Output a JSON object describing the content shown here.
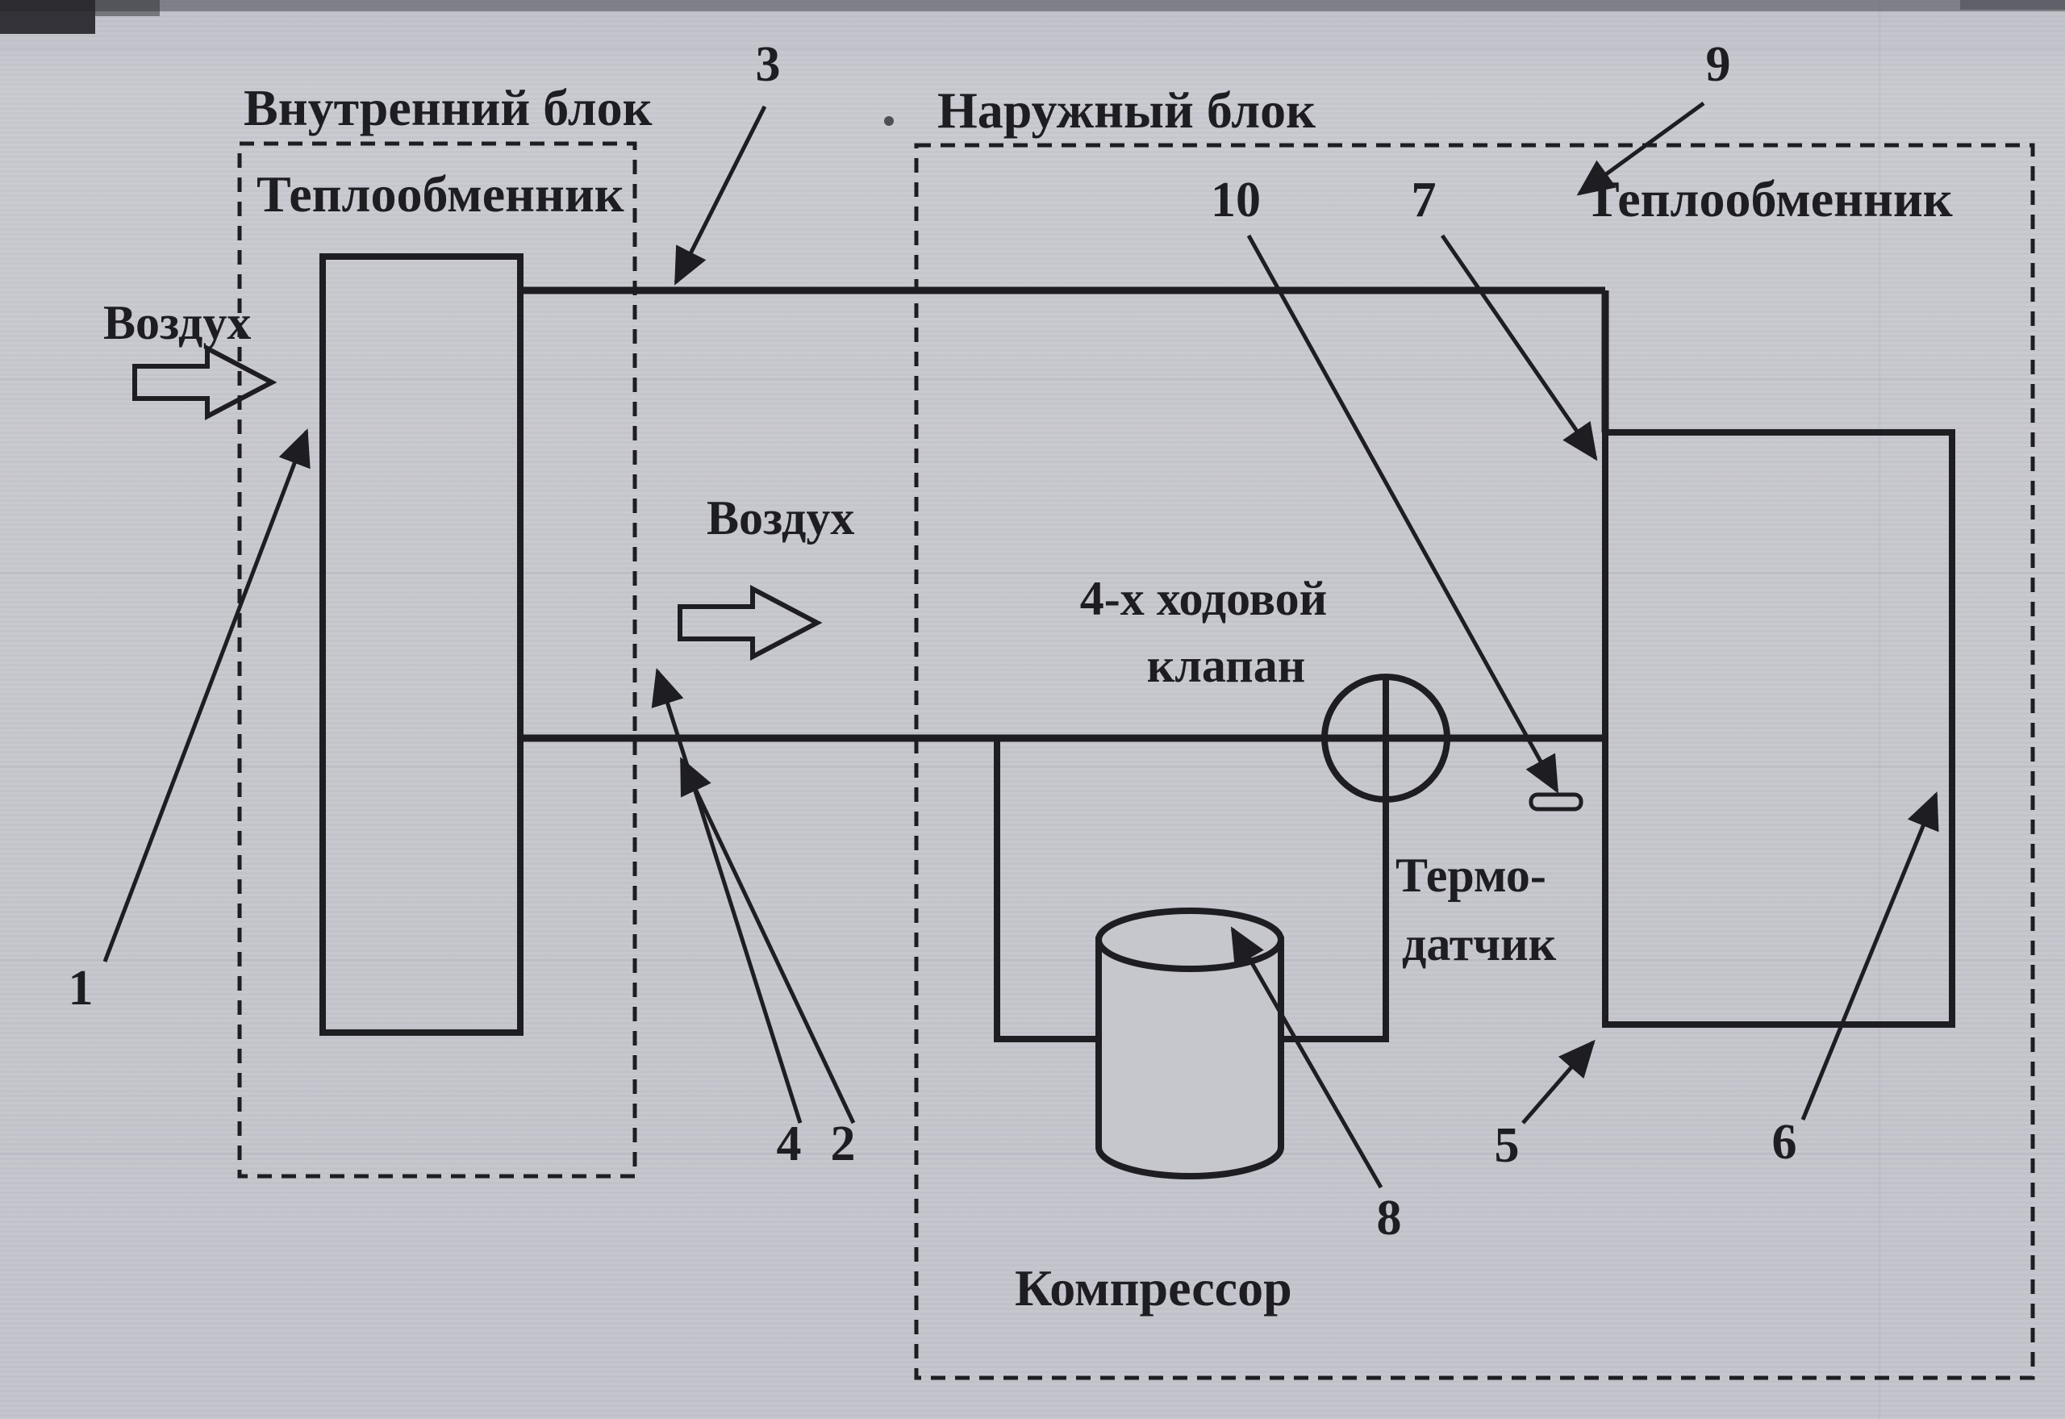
{
  "labels": {
    "indoor_unit_title": "Внутренний блок",
    "indoor_heat_exchanger": "Теплообменник",
    "outdoor_unit_title": "Наружный блок",
    "outdoor_heat_exchanger": "Теплообменник",
    "air_flow_left": "Воздух",
    "air_flow_middle": "Воздух",
    "four_way_valve_line1": "4-х ходовой",
    "four_way_valve_line2": "клапан",
    "thermal_sensor_line1": "Термо-",
    "thermal_sensor_line2": "датчик",
    "compressor": "Компрессор"
  },
  "callouts": {
    "c1": "1",
    "c2": "2",
    "c3": "3",
    "c4": "4",
    "c5": "5",
    "c6": "6",
    "c7": "7",
    "c8": "8",
    "c9": "9",
    "c10": "10"
  },
  "colors": {
    "paper": "#c6c7cd",
    "ink": "#1d1d22"
  }
}
